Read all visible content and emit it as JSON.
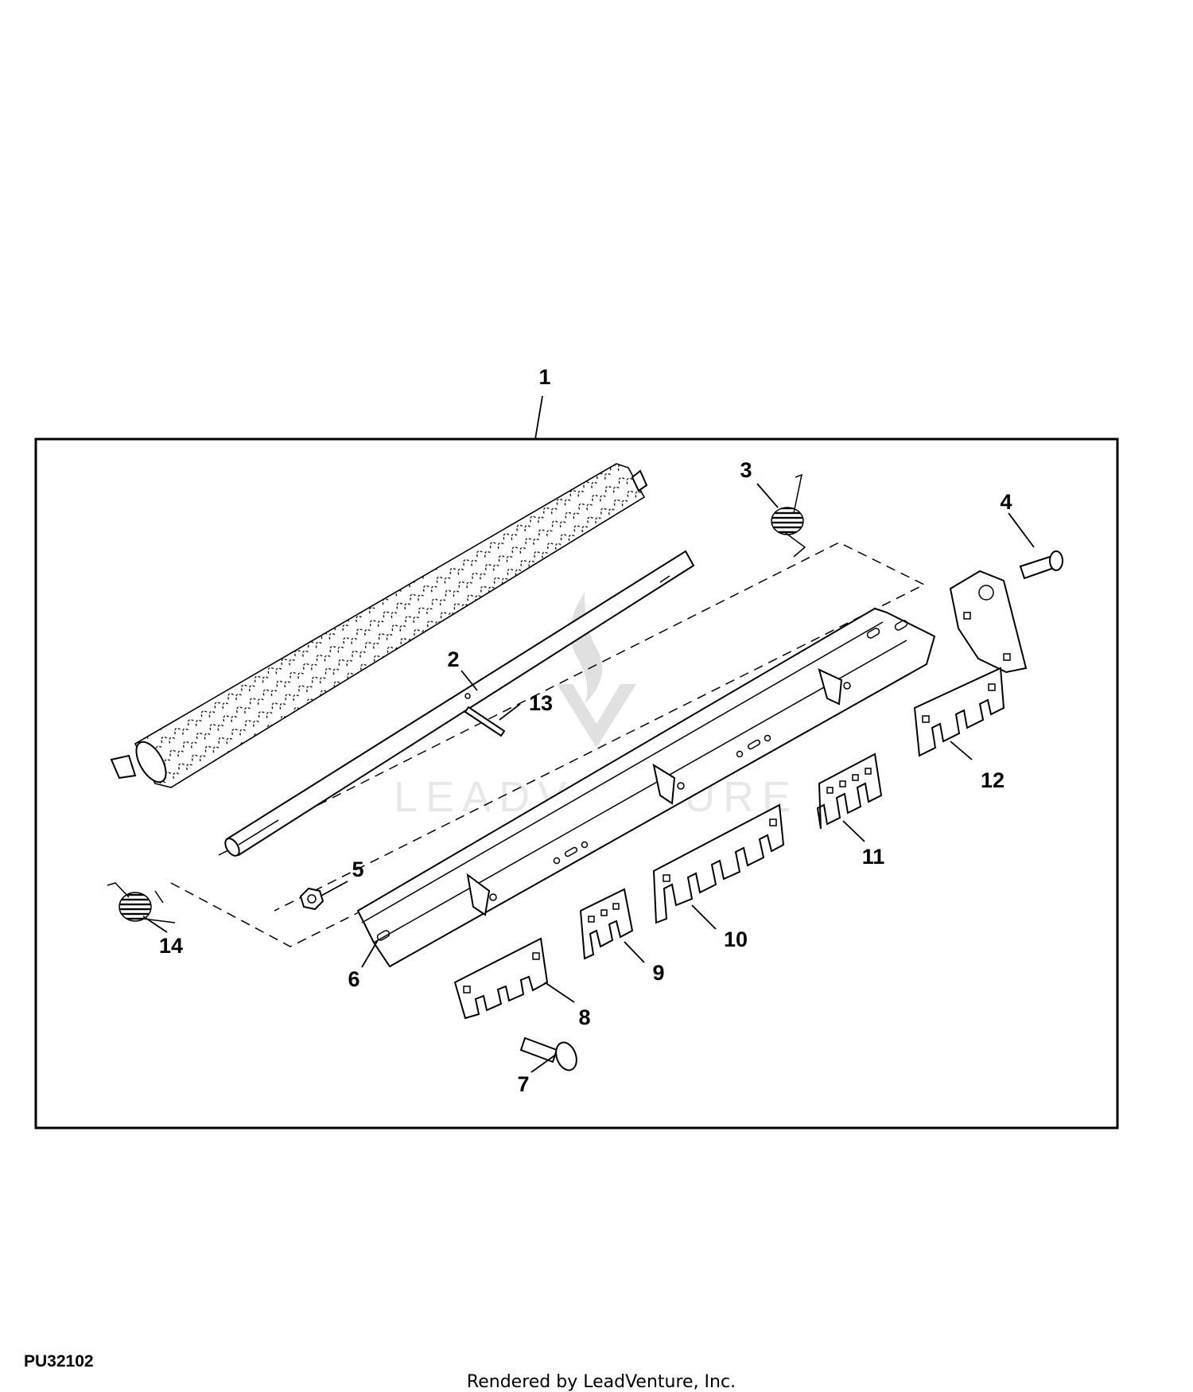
{
  "figure_id": "PU32102",
  "footer": "Rendered by LeadVenture, Inc.",
  "watermark": "LEADVENTURE",
  "callouts": [
    {
      "id": "1",
      "label": "1"
    },
    {
      "id": "2",
      "label": "2"
    },
    {
      "id": "3",
      "label": "3"
    },
    {
      "id": "4",
      "label": "4"
    },
    {
      "id": "5",
      "label": "5"
    },
    {
      "id": "6",
      "label": "6"
    },
    {
      "id": "7",
      "label": "7"
    },
    {
      "id": "8",
      "label": "8"
    },
    {
      "id": "9",
      "label": "9"
    },
    {
      "id": "10",
      "label": "10"
    },
    {
      "id": "11",
      "label": "11"
    },
    {
      "id": "12",
      "label": "12"
    },
    {
      "id": "13",
      "label": "13"
    },
    {
      "id": "14",
      "label": "14"
    }
  ]
}
